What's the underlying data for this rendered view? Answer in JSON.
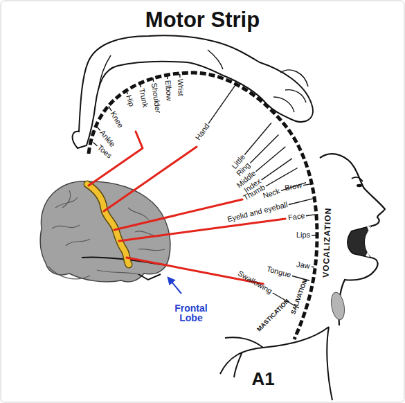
{
  "diagram": {
    "title": "Motor Strip",
    "labels": [
      "Toes",
      "Ankle",
      "Knee",
      "Hip",
      "Trunk",
      "Shoulder",
      "Elbow",
      "Wrist",
      "Hand",
      "Little",
      "Ring",
      "Middle",
      "Index",
      "Thumb",
      "Neck",
      "Brow",
      "Eyelid and eyeball",
      "Face",
      "Lips",
      "Jaw",
      "Tongue",
      "Swallowing",
      "VOCALIZATION",
      "SALIVATION",
      "MASTICATION",
      "Frontal Lobe",
      "A1"
    ]
  }
}
